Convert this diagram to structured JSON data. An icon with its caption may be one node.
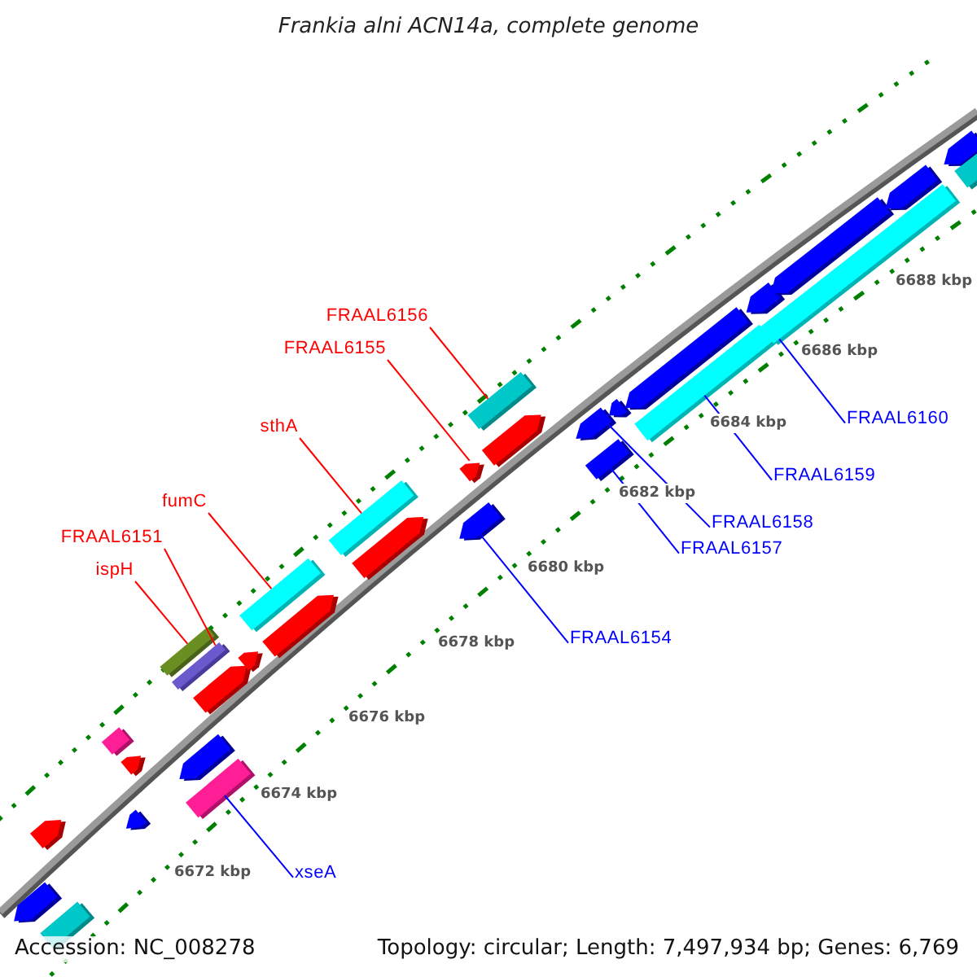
{
  "diagram": {
    "title": "Frankia alni ACN14a, complete genome",
    "nodes": [
      {
        "text": [
          "FRAAL6156"
        ]
      },
      {
        "text": [
          "FRAAL6155"
        ]
      },
      {
        "text": [
          "FRAAL6160"
        ]
      },
      {
        "text": [
          "sthA"
        ]
      },
      {
        "text": [
          "FRAAL6159"
        ]
      },
      {
        "text": [
          "fumC"
        ]
      },
      {
        "text": [
          "FRAAL6158"
        ]
      },
      {
        "text": [
          "FRAAL6151"
        ]
      },
      {
        "text": [
          "FRAAL6157"
        ]
      },
      {
        "text": [
          "ispH"
        ]
      },
      {
        "text": [
          "FRAAL6154"
        ]
      },
      {
        "text": [
          "xseA"
        ]
      },
      {
        "text": [],
        "shape": "pentagon"
      },
      {
        "text": [],
        "shape": "pentagon"
      },
      {
        "text": [],
        "shape": "bar"
      },
      {
        "text": [],
        "shape": "bar"
      },
      {
        "text": [],
        "shape": "pentagon"
      },
      {
        "text": [],
        "shape": "pentagon"
      },
      {
        "text": [],
        "shape": "bar"
      },
      {
        "text": [],
        "shape": "bar"
      },
      {
        "text": [],
        "shape": "pentagon"
      },
      {
        "text": [],
        "shape": "bar"
      },
      {
        "text": [],
        "shape": "pentagon"
      },
      {
        "text": [],
        "shape": "pentagon"
      },
      {
        "text": [],
        "shape": "bar"
      },
      {
        "text": [],
        "shape": "pentagon"
      },
      {
        "text": [],
        "shape": "bar"
      },
      {
        "text": [],
        "shape": "pentagon"
      },
      {
        "text": [],
        "shape": "pentagon"
      },
      {
        "text": [],
        "shape": "pentagon"
      },
      {
        "text": [],
        "shape": "bar"
      },
      {
        "text": [],
        "shape": "pentagon"
      },
      {
        "text": [],
        "shape": "pentagon"
      },
      {
        "text": [],
        "shape": "bar"
      },
      {
        "text": [],
        "shape": "pentagon"
      },
      {
        "text": [],
        "shape": "pentagon"
      },
      {
        "text": [],
        "shape": "bar"
      },
      {
        "text": [],
        "shape": "pentagon"
      },
      {
        "text": [],
        "shape": "pentagon"
      },
      {
        "text": [],
        "shape": "bar"
      },
      {
        "text": [],
        "shape": "pentagon"
      },
      {
        "text": [],
        "shape": "pentagon"
      },
      {
        "text": [],
        "shape": "bar"
      }
    ],
    "edges": [
      {
        "from": 9,
        "to": 18,
        "arrow": "none"
      },
      {
        "from": 7,
        "to": 19,
        "arrow": "none"
      },
      {
        "from": 11,
        "to": 21,
        "arrow": "none",
        "color": "#0000ff"
      },
      {
        "from": 5,
        "to": 24,
        "arrow": "none"
      },
      {
        "from": 3,
        "to": 26,
        "arrow": "none"
      },
      {
        "from": 1,
        "to": 28,
        "arrow": "none"
      },
      {
        "from": 10,
        "to": 29,
        "arrow": "none",
        "color": "#0000ff"
      },
      {
        "from": 0,
        "to": 30,
        "arrow": "none"
      },
      {
        "from": 6,
        "to": 32,
        "arrow": "none",
        "color": "#0000ff"
      },
      {
        "from": 8,
        "to": 33,
        "arrow": "none",
        "color": "#0000ff"
      },
      {
        "from": 4,
        "to": 36,
        "arrow": "none",
        "color": "#0000ff"
      },
      {
        "from": 2,
        "to": 39,
        "arrow": "none",
        "color": "#0000ff"
      }
    ],
    "labels": [
      "6688 kbp",
      "6686 kbp",
      "6684 kbp",
      "6682 kbp",
      "6680 kbp",
      "6678 kbp",
      "6676 kbp",
      "6674 kbp",
      "6672 kbp",
      "Accession: NC_008278",
      "Topology: circular; Length: 7,497,934 bp; Genes: 6,769"
    ]
  }
}
